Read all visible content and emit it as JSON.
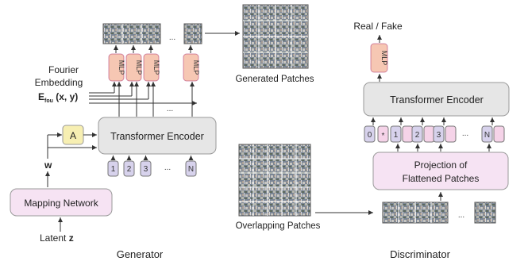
{
  "generator": {
    "caption": "Generator",
    "fourier_line1": "Fourier",
    "fourier_line2": "Embedding",
    "fourier_E": "E",
    "fourier_sub": "fou",
    "fourier_args": "(x, y)",
    "transformer_label": "Transformer Encoder",
    "a_label": "A",
    "w_label": "w",
    "mapping_label": "Mapping  Network",
    "latent_label": "Latent",
    "latent_var": "z",
    "mlp_label": "MLP",
    "tokens": [
      "1",
      "2",
      "3",
      "N"
    ],
    "ellipsis": "...",
    "generated_caption": "Generated Patches"
  },
  "discriminator": {
    "caption": "Discriminator",
    "real_fake": "Real / Fake",
    "mlp_label": "MLP",
    "transformer_label": "Transformer Encoder",
    "projection_line1": "Projection of",
    "projection_line2": "Flattened Patches",
    "tokens": [
      "0",
      "*",
      "1",
      "2",
      "3",
      "N"
    ],
    "ellipsis": "...",
    "overlapping_caption": "Overlapping Patches"
  },
  "colors": {
    "mlp_fill": "#f6c7b3",
    "encoder_fill": "#e6e6e6",
    "mapping_fill": "#f6e3f3",
    "a_fill": "#f7efb2",
    "token_purple": "#d7d2ec",
    "token_pink": "#f5d3e8"
  }
}
